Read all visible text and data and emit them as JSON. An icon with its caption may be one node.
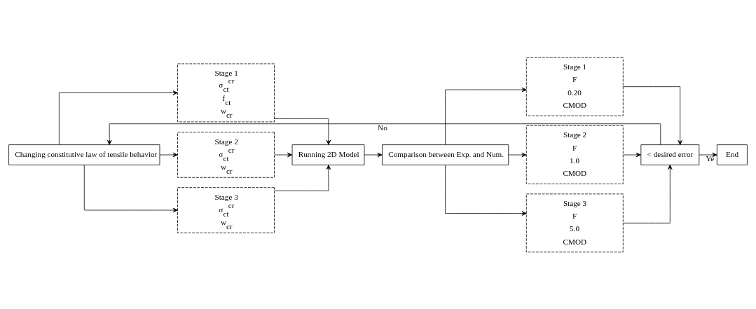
{
  "diagram": {
    "nodes": [
      {
        "text": [
          "Changing constitutive law of tensile behavior"
        ]
      },
      {
        "text": [
          "Stage 1",
          "σ$_{ct}$$^{cr}$",
          "f$_{ct}$",
          "w$_{cr}$"
        ]
      },
      {
        "text": [
          "Stage 2",
          "σ$_{ct}$$^{cr}$",
          "w$_{cr}$"
        ]
      },
      {
        "text": [
          "Stage 3",
          "σ$_{ct}$$^{cr}$",
          "w$_{cr}$"
        ]
      },
      {
        "text": [
          "Running 2D Model"
        ]
      },
      {
        "text": [
          "Comparison between Exp. and Num."
        ]
      },
      {
        "text": [
          "Stage 1",
          "F",
          "0.20",
          "CMOD"
        ]
      },
      {
        "text": [
          "Stage 2",
          "F",
          "1.0",
          "CMOD"
        ]
      },
      {
        "text": [
          "Stage 3",
          "F",
          "5.0",
          "CMOD"
        ]
      },
      {
        "text": [
          "< desired error"
        ]
      },
      {
        "text": [
          "End"
        ]
      }
    ],
    "edges": [
      {
        "from": 0,
        "to": 1,
        "arrow": "to"
      },
      {
        "from": 0,
        "to": 2,
        "arrow": "to"
      },
      {
        "from": 0,
        "to": 3,
        "arrow": "to"
      },
      {
        "from": 1,
        "to": 4,
        "arrow": "to"
      },
      {
        "from": 2,
        "to": 4,
        "arrow": "to"
      },
      {
        "from": 3,
        "to": 4,
        "arrow": "to"
      },
      {
        "from": 4,
        "to": 5,
        "arrow": "to"
      },
      {
        "from": 5,
        "to": 6,
        "arrow": "to"
      },
      {
        "from": 5,
        "to": 7,
        "arrow": "to"
      },
      {
        "from": 5,
        "to": 8,
        "arrow": "to"
      },
      {
        "from": 6,
        "to": 9,
        "arrow": "to"
      },
      {
        "from": 7,
        "to": 9,
        "arrow": "to"
      },
      {
        "from": 8,
        "to": 9,
        "arrow": "to"
      },
      {
        "from": 9,
        "to": 10,
        "arrow": "to",
        "label": "Ye"
      },
      {
        "from": 9,
        "to": 0,
        "arrow": "to",
        "label": "No"
      }
    ]
  }
}
